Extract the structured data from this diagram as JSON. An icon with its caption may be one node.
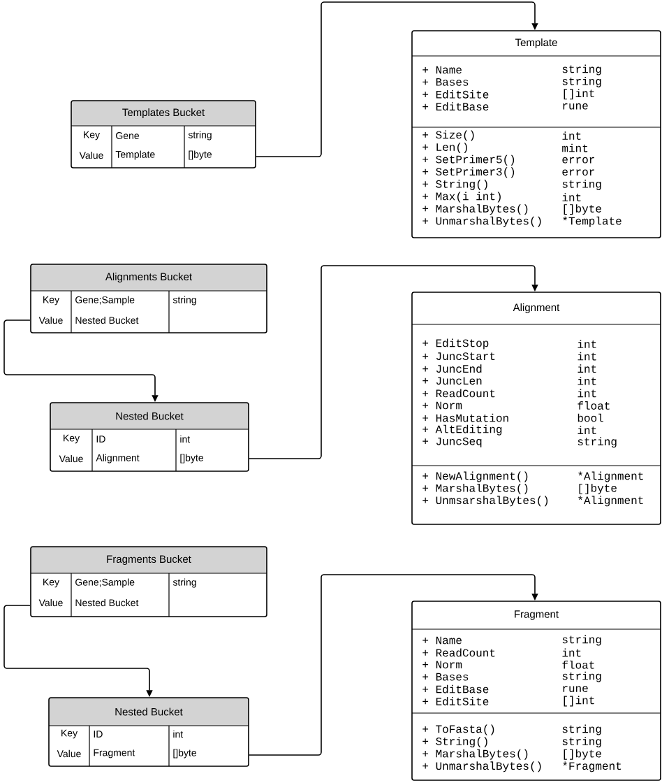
{
  "diagram": {
    "nodes": [
      {
        "text": [
          "Templates Bucket",
          "Key",
          "Gene",
          "string",
          "Value",
          "Template",
          "[]byte"
        ]
      },
      {
        "text": [
          "Template",
          "+ Name",
          "string",
          "+ Bases",
          "string",
          "+ EditSite",
          "[]int",
          "+ EditBase",
          "rune",
          "+ Size()",
          "int",
          "+ Len()",
          "mint",
          "+ SetPrimer5()",
          "error",
          "+ SetPrimer3()",
          "error",
          "+ String()",
          "string",
          "+ Max(i int)",
          "int",
          "+ MarshalBytes()",
          "[]byte",
          "+ UnmarshalBytes()",
          "*Template"
        ]
      },
      {
        "text": [
          "Alignments Bucket",
          "Key",
          "Gene;Sample",
          "string",
          "Value",
          "Nested Bucket"
        ]
      },
      {
        "text": [
          "Nested Bucket",
          "Key",
          "ID",
          "int",
          "Value",
          "Alignment",
          "[]byte"
        ]
      },
      {
        "text": [
          "Alignment",
          "+ EditStop",
          "int",
          "+ JuncStart",
          "int",
          "+ JuncEnd",
          "int",
          "+ JuncLen",
          "int",
          "+ ReadCount",
          "int",
          "+ Norm",
          "float",
          "+ HasMutation",
          "bool",
          "+ AltEditing",
          "int",
          "+ JuncSeq",
          "string",
          "+ NewAlignment()",
          "*Alignment",
          "+ MarshalBytes()",
          "[]byte",
          "+ UnmsarshalBytes()",
          "*Alignment"
        ]
      },
      {
        "text": [
          "Fragments Bucket",
          "Key",
          "Gene;Sample",
          "string",
          "Value",
          "Nested Bucket"
        ]
      },
      {
        "text": [
          "Nested Bucket",
          "Key",
          "ID",
          "int",
          "Value",
          "Fragment",
          "[]byte"
        ]
      },
      {
        "text": [
          "Fragment",
          "+ Name",
          "string",
          "+ ReadCount",
          "int",
          "+ Norm",
          "float",
          "+ Bases",
          "string",
          "+ EditBase",
          "rune",
          "+ EditSite",
          "[]int",
          "+ ToFasta()",
          "string",
          "+ String()",
          "string",
          "+ MarshalBytes()",
          "[]byte",
          "+ UnmarshalBytes()",
          "*Fragment"
        ]
      }
    ],
    "edges": [
      {
        "from": 0,
        "to": 1,
        "arrow": "to"
      },
      {
        "from": 2,
        "to": 3,
        "arrow": "to"
      },
      {
        "from": 3,
        "to": 4,
        "arrow": "to"
      },
      {
        "from": 5,
        "to": 6,
        "arrow": "to"
      },
      {
        "from": 6,
        "to": 7,
        "arrow": "to"
      }
    ]
  }
}
